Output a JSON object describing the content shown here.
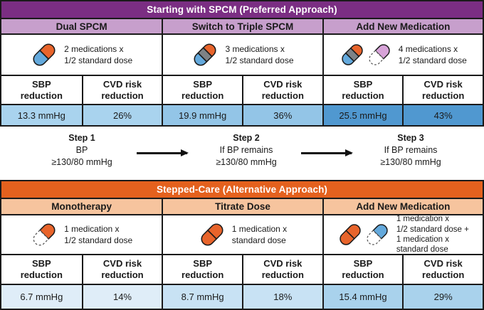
{
  "colors": {
    "purple_header": "#7B2E83",
    "lavender_subheader": "#C79FCC",
    "orange_header": "#E4611E",
    "peach_subheader": "#F6C49E",
    "border": "#1A1A1A",
    "pill_orange": "#E8642B",
    "pill_blue": "#64A9DC",
    "pill_gray": "#7D8286",
    "pill_pink": "#D7A3D8"
  },
  "spcm_section": {
    "title": "Starting with SPCM (Preferred Approach)",
    "metric_headers": {
      "sbp": [
        "SBP",
        "reduction"
      ],
      "cvd": [
        "CVD risk",
        "reduction"
      ]
    },
    "columns": [
      {
        "title": "Dual SPCM",
        "icon": "pill-orange-blue-icon",
        "med_lines": [
          "2 medications x",
          "1/2 standard dose"
        ],
        "sbp_value": "13.3 mmHg",
        "cvd_value": "26%",
        "value_bg": "#A9D3EE"
      },
      {
        "title": "Switch to Triple SPCM",
        "icon": "pill-orange-gray-blue-icon",
        "med_lines": [
          "3 medications x",
          "1/2 standard dose"
        ],
        "sbp_value": "19.9 mmHg",
        "cvd_value": "36%",
        "value_bg": "#93C5E7"
      },
      {
        "title": "Add New Medication",
        "icon": "pill-orange-gray-blue-icon, pill-pink-dashed-icon",
        "med_lines": [
          "4 medications x",
          "1/2 standard dose"
        ],
        "sbp_value": "25.5 mmHg",
        "cvd_value": "43%",
        "value_bg": "#5098D0"
      }
    ]
  },
  "steps": [
    {
      "title": "Step 1",
      "lines": [
        "BP",
        "≥130/80 mmHg"
      ]
    },
    {
      "title": "Step 2",
      "lines": [
        "If BP remains",
        "≥130/80 mmHg"
      ]
    },
    {
      "title": "Step 3",
      "lines": [
        "If BP remains",
        "≥130/80 mmHg"
      ]
    }
  ],
  "stepped_care_section": {
    "title": "Stepped-Care (Alternative Approach)",
    "metric_headers": {
      "sbp": [
        "SBP",
        "reduction"
      ],
      "cvd": [
        "CVD risk",
        "reduction"
      ]
    },
    "columns": [
      {
        "title": "Monotherapy",
        "icon": "pill-orange-dashed-icon",
        "med_lines": [
          "1 medication x",
          "1/2 standard dose"
        ],
        "sbp_value": "6.7 mmHg",
        "cvd_value": "14%",
        "value_bg": "#DFEDF8"
      },
      {
        "title": "Titrate Dose",
        "icon": "pill-orange-full-icon",
        "med_lines": [
          "1 medication x",
          "standard dose"
        ],
        "sbp_value": "8.7 mmHg",
        "cvd_value": "18%",
        "value_bg": "#C8E2F4"
      },
      {
        "title": "Add New Medication",
        "icon": "pill-orange-full-icon, pill-blue-dashed-icon",
        "med_lines": [
          "1 medication x",
          "1/2 standard dose +",
          "1 medication x",
          "standard dose"
        ],
        "sbp_value": "15.4 mmHg",
        "cvd_value": "29%",
        "value_bg": "#A9D2EC"
      }
    ]
  }
}
